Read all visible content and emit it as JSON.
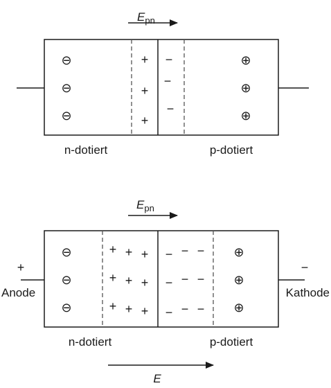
{
  "diagram_top": {
    "field_label": {
      "symbol": "E",
      "subscript": "pn"
    },
    "left_region_label": "n-dotiert",
    "right_region_label": "p-dotiert",
    "left_region_symbol": "⊖",
    "right_region_symbol": "⊕",
    "depletion_left_symbol": "+",
    "depletion_right_symbol": "−"
  },
  "diagram_bottom": {
    "field_label": {
      "symbol": "E",
      "subscript": "pn"
    },
    "external_field_label": "E",
    "left_region_label": "n-dotiert",
    "right_region_label": "p-dotiert",
    "left_terminal_label": "Anode",
    "right_terminal_label": "Kathode",
    "left_terminal_sign": "+",
    "right_terminal_sign": "−",
    "left_region_symbol": "⊖",
    "right_region_symbol": "⊕",
    "depletion_left_symbol": "+",
    "depletion_right_symbol": "−"
  }
}
